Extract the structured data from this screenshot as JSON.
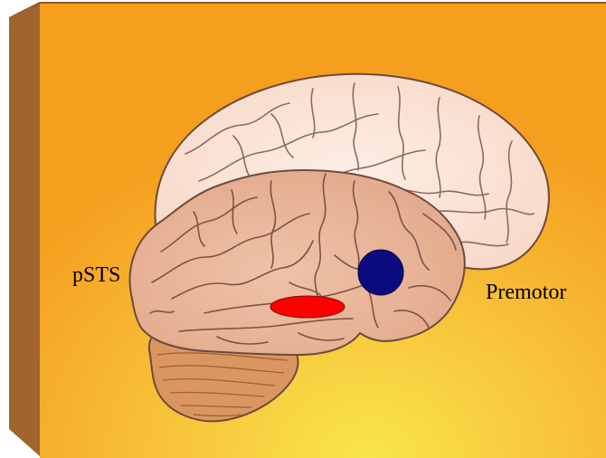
{
  "labels": {
    "left_region": "pSTS",
    "right_region": "Premotor"
  },
  "colors": {
    "panel_outer": "#f5a11e",
    "panel_glow": "#f6e04c",
    "panel_side": "#a0652c",
    "cerebral_hemisphere": "#e9b79c",
    "medial_hemisphere": "#fbe3d6",
    "cerebellum": "#d99660",
    "marker_oval": "#ff0000",
    "marker_circle": "#0b0a7e"
  },
  "markers": [
    {
      "name": "red-oval-marker",
      "shape": "ellipse",
      "color": "#ff0000"
    },
    {
      "name": "blue-circle-marker",
      "shape": "circle",
      "color": "#0b0a7e"
    }
  ]
}
